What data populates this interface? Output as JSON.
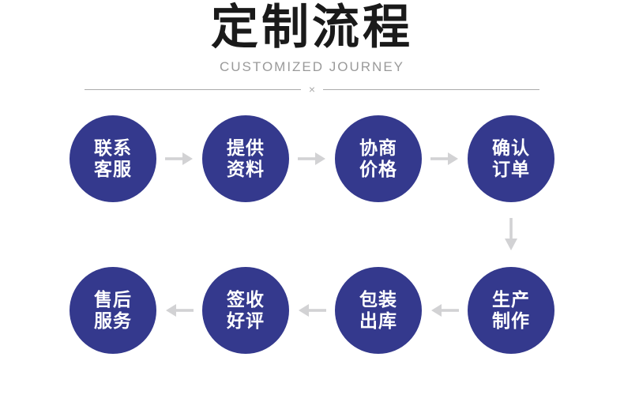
{
  "header": {
    "title": "定制流程",
    "subtitle": "CUSTOMIZED JOURNEY",
    "divider_symbol": "×"
  },
  "colors": {
    "title": "#1a1a1a",
    "subtitle": "#9a9a9a",
    "divider": "#ababab",
    "circle": "#34398d",
    "circle_text": "#ffffff",
    "arrow": "#d2d2d4"
  },
  "icons": {
    "arrow_right": "→",
    "arrow_left": "←",
    "arrow_down": "↓"
  },
  "flow": {
    "row1": [
      {
        "line1": "联系",
        "line2": "客服"
      },
      {
        "line1": "提供",
        "line2": "资料"
      },
      {
        "line1": "协商",
        "line2": "价格"
      },
      {
        "line1": "确认",
        "line2": "订单"
      }
    ],
    "row2": [
      {
        "line1": "售后",
        "line2": "服务"
      },
      {
        "line1": "签收",
        "line2": "好评"
      },
      {
        "line1": "包装",
        "line2": "出库"
      },
      {
        "line1": "生产",
        "line2": "制作"
      }
    ]
  }
}
